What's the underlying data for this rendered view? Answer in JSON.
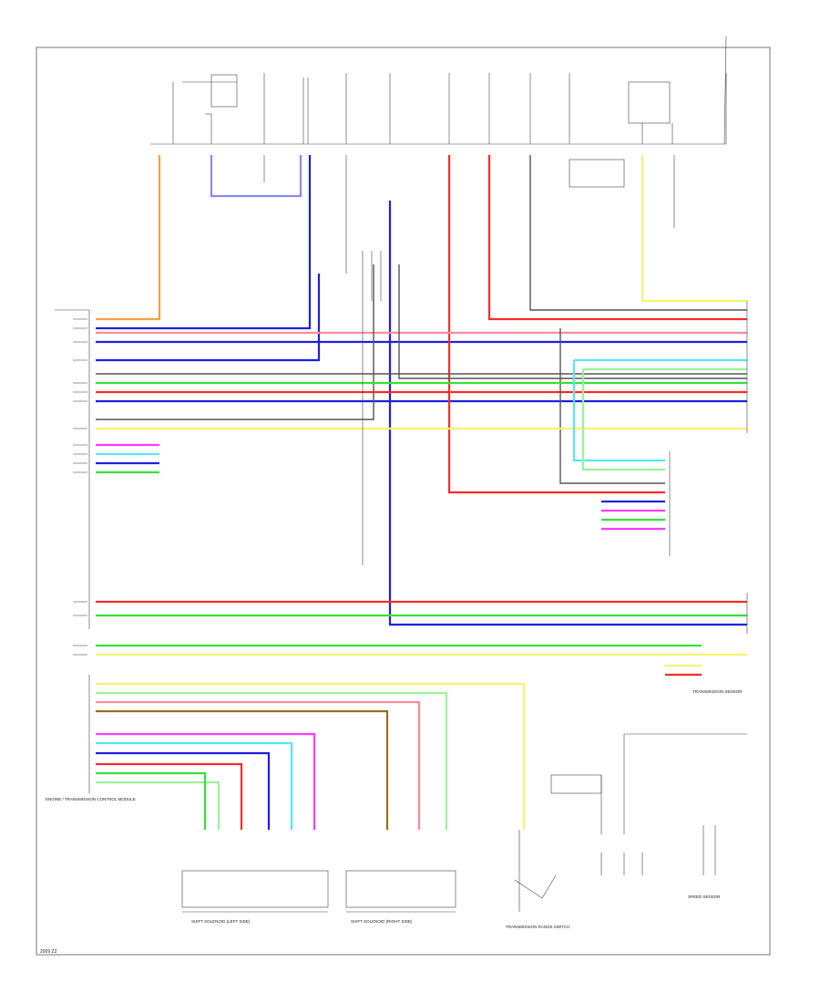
{
  "title": "",
  "colors": {
    "orange": "#f5a04a",
    "blue": "#1f1fe0",
    "light_blue": "#8a8af0",
    "red": "#ff2a2a",
    "pink": "#ff8a9a",
    "yellow": "#f4f470",
    "green": "#37e037",
    "light_green": "#9af29a",
    "cyan": "#57e4ff",
    "magenta": "#ff3cff",
    "brown": "#9b6a22",
    "black": "#333333",
    "gray": "#9a9a9a",
    "white_wire": "#dddddd"
  },
  "labels": {
    "ecm_block": "ENGINE / TRANSMISSION CONTROL MODULE",
    "trans_sensor": "TRANSMISSION SENSOR",
    "left_panel": "SHIFT SOLENOID (LEFT SIDE)",
    "mid_panel": "SHIFT SOLENOID (RIGHT SIDE)",
    "range_switch": "TRANSMISSION RANGE SWITCH",
    "right_sensor": "SPEED SENSOR",
    "doc_id": "2009 Z2"
  }
}
